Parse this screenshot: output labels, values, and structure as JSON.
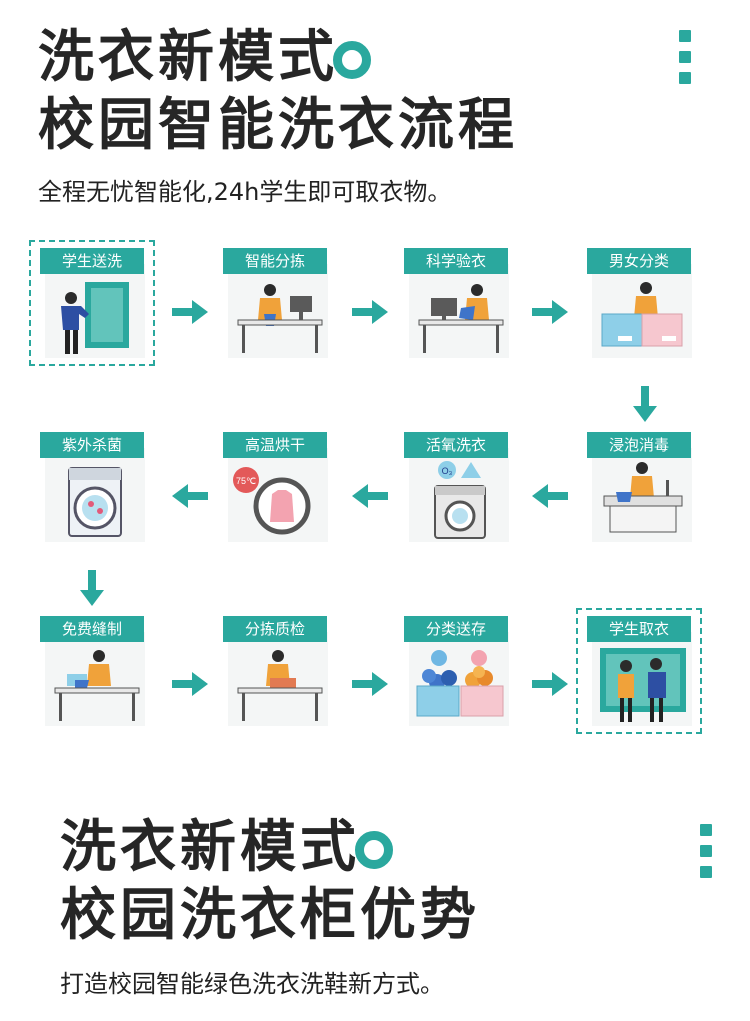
{
  "section1": {
    "title_line1": "洗衣新模式",
    "title_line2": "校园智能洗衣流程",
    "subtitle": "全程无忧智能化,24h学生即可取衣物。"
  },
  "steps": [
    {
      "label": "学生送洗",
      "icon": "student-deliver-icon",
      "highlighted": true
    },
    {
      "label": "智能分拣",
      "icon": "sorting-desk-icon",
      "highlighted": false
    },
    {
      "label": "科学验衣",
      "icon": "inspection-desk-icon",
      "highlighted": false
    },
    {
      "label": "男女分类",
      "icon": "gender-bins-icon",
      "highlighted": false
    },
    {
      "label": "浸泡消毒",
      "icon": "soak-tub-icon",
      "highlighted": false
    },
    {
      "label": "活氧洗衣",
      "icon": "washing-machine-icon",
      "highlighted": false
    },
    {
      "label": "高温烘干",
      "icon": "high-temp-dryer-icon",
      "highlighted": false
    },
    {
      "label": "紫外杀菌",
      "icon": "uv-sterilizer-icon",
      "highlighted": false
    },
    {
      "label": "免费缝制",
      "icon": "sewing-desk-icon",
      "highlighted": false
    },
    {
      "label": "分拣质检",
      "icon": "quality-check-icon",
      "highlighted": false
    },
    {
      "label": "分类送存",
      "icon": "storage-baskets-icon",
      "highlighted": false
    },
    {
      "label": "学生取衣",
      "icon": "student-pickup-icon",
      "highlighted": true
    }
  ],
  "icon_texts": {
    "dryer_temp": "75℃",
    "wash_o3": "O₃"
  },
  "section2": {
    "title_line1": "洗衣新模式",
    "title_line2": "校园洗衣柜优势",
    "subtitle": "打造校园智能绿色洗衣洗鞋新方式。"
  },
  "colors": {
    "accent": "#2aa89e",
    "orange": "#f0a23a",
    "navy": "#1f3a8a",
    "pink": "#f6c7cf",
    "blue": "#8ecfe8"
  }
}
